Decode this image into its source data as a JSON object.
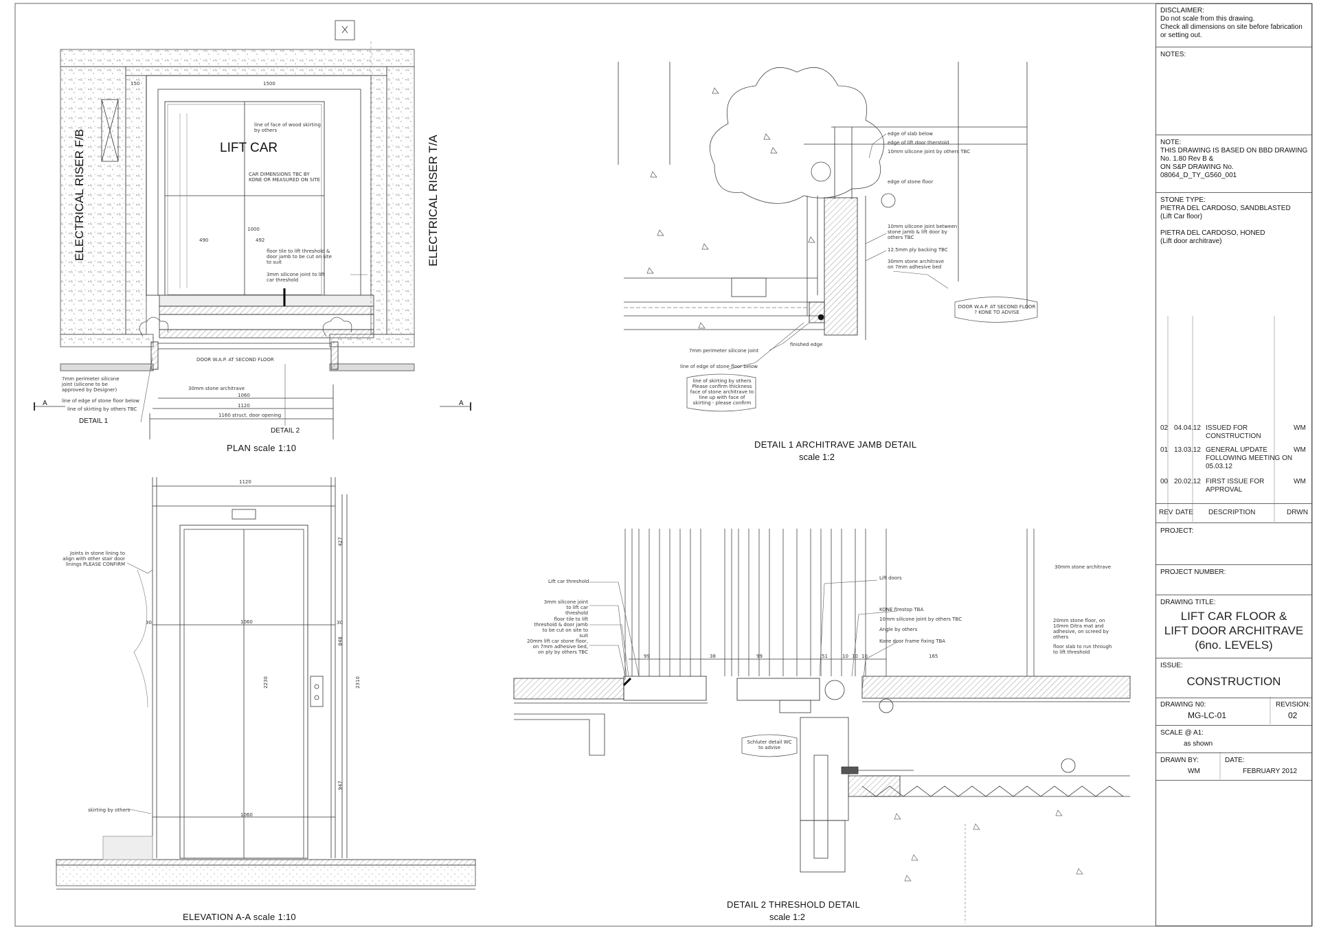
{
  "plan": {
    "title": "PLAN   scale 1:10",
    "lift_car": "LIFT CAR",
    "riser_left": "ELECTRICAL RISER F/B",
    "riser_right": "ELECTRICAL RISER T/A",
    "car_dims_note": "CAR DIMENSIONS TBC BY KONE OR MEASURED ON SITE",
    "face_wood_note": "line of face of wood skirting by others",
    "floor_tile_note": "floor tile to lift threshold & door jamb to be cut on site to suit",
    "silicone_note": "3mm silicone joint to lift car threshold",
    "door_map_note": "DOOR W.A.P. AT SECOND FLOOR",
    "perimeter_note": "7mm perimeter silicone joint (silicone to be approved by Designer)",
    "edge_stone_note": "line of edge of stone floor below",
    "skirting_note": "line of skirting by others TBC",
    "architrave_note": "30mm stone architrave",
    "detail1": "DETAIL 1",
    "detail2": "DETAIL 2",
    "section_a": "A",
    "dim_1500": "1500",
    "dim_1060": "1060",
    "dim_1120": "1120",
    "dim_opening": "1160 struct. door opening",
    "dim_150": "150",
    "dim_1000": "1000",
    "dim_492": "492",
    "dim_490": "490"
  },
  "detail1": {
    "title": "DETAIL 1   ARCHITRAVE JAMB DETAIL",
    "scale": "scale 1:2",
    "notes": [
      "edge of slab below",
      "edge of lift door therstold",
      "10mm silicone joint by others TBC",
      "edge of stone floor",
      "10mm silicone joint between stone jamb & lift door by others TBC",
      "12.5mm ply backing TBC",
      "30mm stone architrave on 7mm adhesive bed",
      "DOOR W.A.P. AT SECOND FLOOR ? KONE TO ADVISE",
      "finished edge",
      "7mm perimeter silicone joint",
      "line of edge of stone floor below",
      "line of skirting by others Please confirm thickness face of stone architrave to line up with face of skirting - please confirm"
    ]
  },
  "elevation": {
    "title": "ELEVATION A-A   scale 1:10",
    "joints_note": "Joints in stone lining to align with other stair door linings PLEASE CONFIRM",
    "skirting_note": "skirting by others",
    "dim_1120": "1120",
    "dim_1060": "1060",
    "dim_1060b": "1060",
    "dim_2230": "2230",
    "dim_2310": "2310",
    "dim_848": "848",
    "dim_947": "947",
    "dim_427": "427",
    "dim_30a": "30",
    "dim_30b": "30"
  },
  "detail2": {
    "title": "DETAIL 2   THRESHOLD DETAIL",
    "scale": "scale 1:2",
    "left_notes": [
      "Lift car threshold",
      "3mm silicone joint to lift car threshold",
      "floor tile to lift threshold & door jamb to be cut on site to suit",
      "20mm lift car stone floor, on 7mm adhesive bed, on ply by others TBC"
    ],
    "mid_notes": [
      "Lift doors",
      "KONE firestop TBA",
      "10mm silicone joint by others TBC",
      "Angle by others",
      "Kone door frame fixing TBA"
    ],
    "right_notes": [
      "30mm stone architrave",
      "20mm stone floor, on 10mm Ditra mat and adhesive, on screed by others",
      "floor slab to run through to lift threshold"
    ],
    "schluter_note": "Schluter detail WC to advise",
    "dims": [
      "99",
      "38",
      "99",
      "51",
      "10",
      "10",
      "10",
      "165"
    ]
  },
  "title_block": {
    "disclaimer_head": "DISCLAIMER:",
    "disclaimer": "Do not scale from this drawing.\nCheck all dimensions on site before fabrication or setting out.",
    "notes_head": "NOTES:",
    "note_head": "NOTE:",
    "note": "THIS DRAWING IS BASED ON BBD DRAWING No. 1.80 Rev B &\nON S&P DRAWING No.\n08064_D_TY_G560_001",
    "stone_head": "STONE TYPE:",
    "stone": "PIETRA DEL CARDOSO, SANDBLASTED\n(Lift Car floor)\n\nPIETRA DEL CARDOSO, HONED\n(Lift door architrave)",
    "revisions": [
      {
        "rev": "02",
        "date": "04.04.12",
        "desc": "ISSUED FOR\nCONSTRUCTION",
        "drwn": "WM"
      },
      {
        "rev": "01",
        "date": "13.03.12",
        "desc": "GENERAL UPDATE\nFOLLOWING MEETING ON\n05.03.12",
        "drwn": "WM"
      },
      {
        "rev": "00",
        "date": "20.02.12",
        "desc": "FIRST ISSUE FOR\nAPPROVAL",
        "drwn": "WM"
      }
    ],
    "rev_head": "REV",
    "date_head": "DATE",
    "desc_head": "DESCRIPTION",
    "drwn_head": "DRWN",
    "project_head": "PROJECT:",
    "project_number_head": "PROJECT NUMBER:",
    "drawing_title_head": "DRAWING TITLE:",
    "drawing_title": "LIFT CAR FLOOR &\nLIFT DOOR ARCHITRAVE\n(6no. LEVELS)",
    "issue_head": "ISSUE:",
    "issue": "CONSTRUCTION",
    "drawing_no_head": "DRAWING N0:",
    "drawing_no": "MG-LC-01",
    "revision_head": "REVISION:",
    "revision": "02",
    "scale_head": "SCALE @ A1:",
    "scale": "as shown",
    "drawn_by_head": "DRAWN BY:",
    "drawn_by": "WM",
    "date_head2": "DATE:",
    "date": "FEBRUARY 2012"
  }
}
